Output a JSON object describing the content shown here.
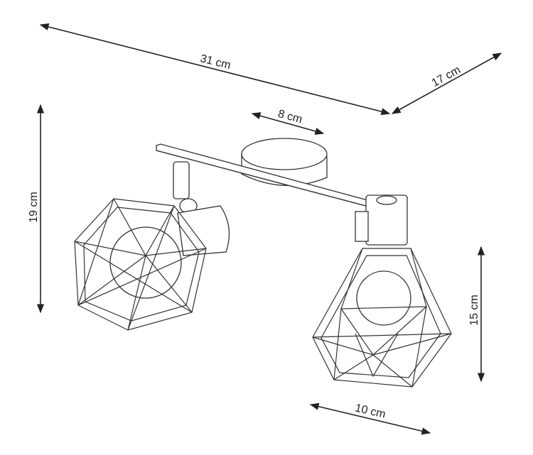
{
  "dimensions": {
    "length": "31 cm",
    "depth": "17 cm",
    "canopy": "8 cm",
    "height": "19 cm",
    "shade_height": "15 cm",
    "shade_width": "10 cm"
  }
}
